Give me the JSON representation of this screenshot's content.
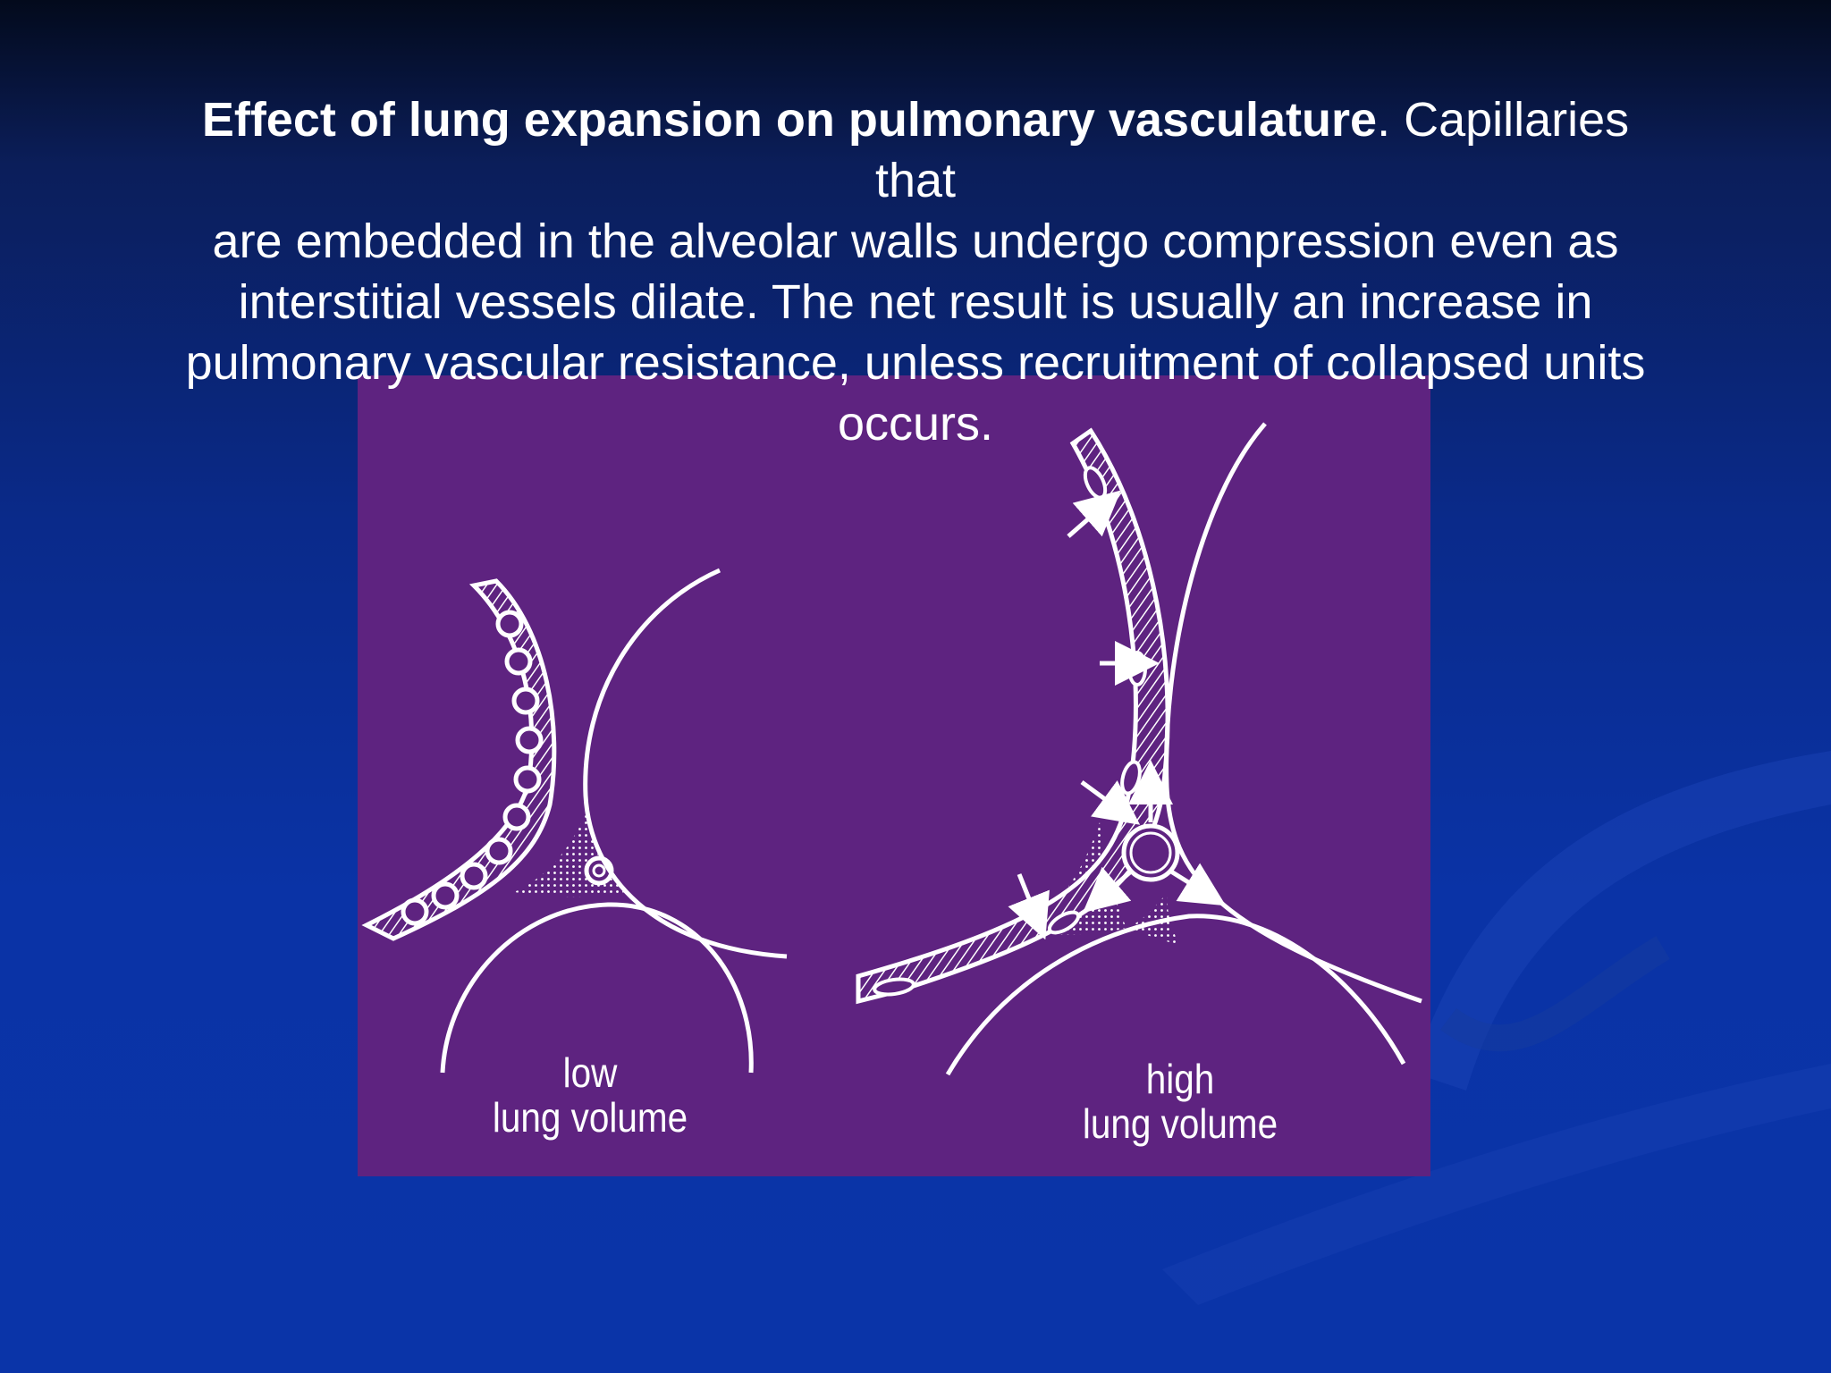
{
  "slide": {
    "title_bold": "Effect of lung expansion on pulmonary vasculature",
    "text_line1": ".  Capillaries",
    "text_line2": "that",
    "text_line3": "are embedded in the alveolar walls undergo compression even as",
    "text_line4": "interstitial vessels dilate. The net result is usually an increase in",
    "text_line5": "pulmonary vascular resistance, unless recruitment of collapsed units",
    "text_line6": "occurs."
  },
  "figure": {
    "low_label_line1": "low",
    "low_label_line2": "lung volume",
    "high_label_line1": "high",
    "high_label_line2": "lung volume"
  },
  "colors": {
    "background": "#0a34a8",
    "figure_background": "#5e2380",
    "ink": "#ffffff"
  }
}
